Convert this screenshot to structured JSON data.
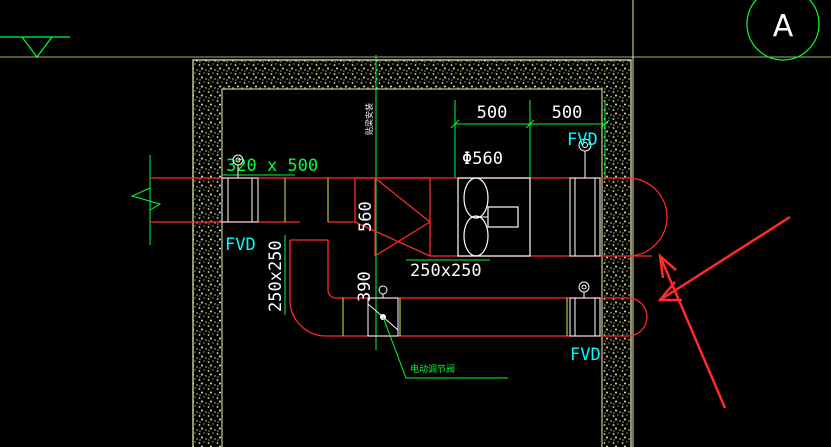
{
  "app": {
    "title": "CAD drawing viewport"
  },
  "colors": {
    "background": "#000000",
    "wall_hatch": "#e8e8a0",
    "wall_line": "#f0f0b0",
    "duct": "#ff2a2a",
    "dimension": "#00ff33",
    "text_white": "#ffffff",
    "text_cyan": "#00ffff",
    "fan": "#ffffff",
    "arrow_annotation": "#ff2a2a"
  },
  "labels": {
    "axis_marker": "A",
    "dim_500_left": "500",
    "dim_500_right": "500",
    "duct_size_top": "320 x 500",
    "fan_diameter": "Φ560",
    "fvd_left": "FVD",
    "fvd_top_right": "FVD",
    "fvd_bottom_right": "FVD",
    "dim_560": "560",
    "dim_250x250_mid": "250x250",
    "dim_250x250_left": "250x250",
    "dim_390": "390",
    "note_vertical": "贴梁安装",
    "valve_callout": "电动调节阀"
  },
  "icons": {
    "level_marker": "level-triangle-icon",
    "axis_bubble": "grid-axis-bubble-icon",
    "fan": "axial-fan-icon",
    "damper": "fire-damper-icon",
    "valve": "motorized-valve-icon",
    "break_line": "break-line-icon",
    "annotation_arrow": "red-arrow-icon"
  }
}
